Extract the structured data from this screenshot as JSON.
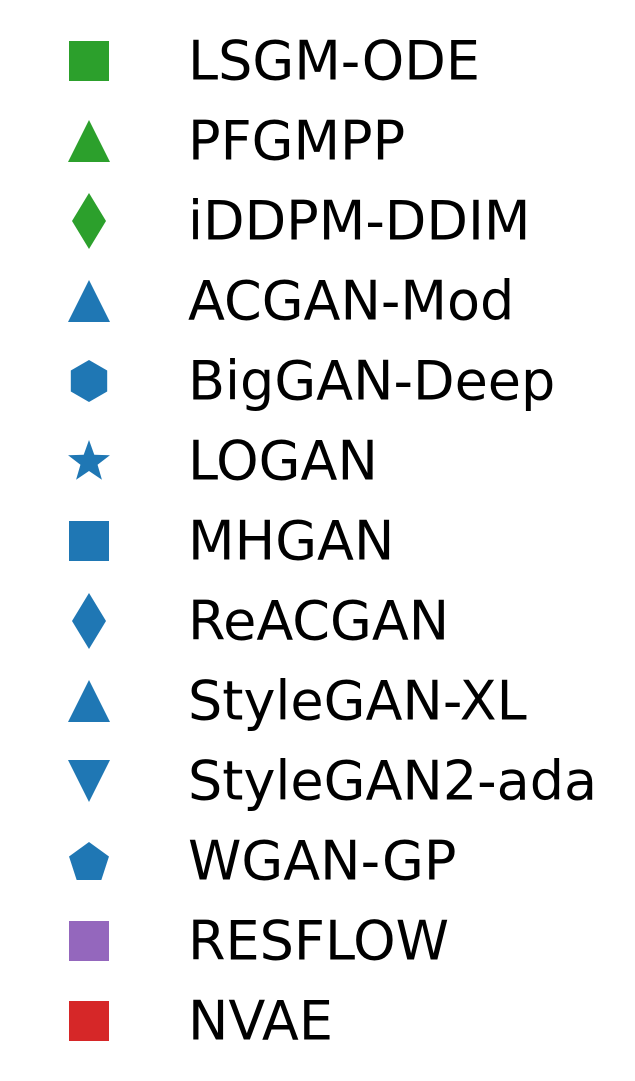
{
  "chart_data": {
    "type": "scatter",
    "legend": [
      {
        "label": "LSGM-ODE",
        "marker": "square",
        "color": "#2ca02c"
      },
      {
        "label": "PFGMPP",
        "marker": "triangle-up",
        "color": "#2ca02c"
      },
      {
        "label": "iDDPM-DDIM",
        "marker": "diamond",
        "color": "#2ca02c"
      },
      {
        "label": "ACGAN-Mod",
        "marker": "triangle-up",
        "color": "#1f77b4"
      },
      {
        "label": "BigGAN-Deep",
        "marker": "hexagon",
        "color": "#1f77b4"
      },
      {
        "label": "LOGAN",
        "marker": "star",
        "color": "#1f77b4"
      },
      {
        "label": "MHGAN",
        "marker": "square",
        "color": "#1f77b4"
      },
      {
        "label": "ReACGAN",
        "marker": "diamond",
        "color": "#1f77b4"
      },
      {
        "label": "StyleGAN-XL",
        "marker": "triangle-up",
        "color": "#1f77b4"
      },
      {
        "label": "StyleGAN2-ada",
        "marker": "triangle-down",
        "color": "#1f77b4"
      },
      {
        "label": "WGAN-GP",
        "marker": "pentagon",
        "color": "#1f77b4"
      },
      {
        "label": "RESFLOW",
        "marker": "square",
        "color": "#9467bd"
      },
      {
        "label": "NVAE",
        "marker": "square",
        "color": "#d62728"
      }
    ]
  }
}
